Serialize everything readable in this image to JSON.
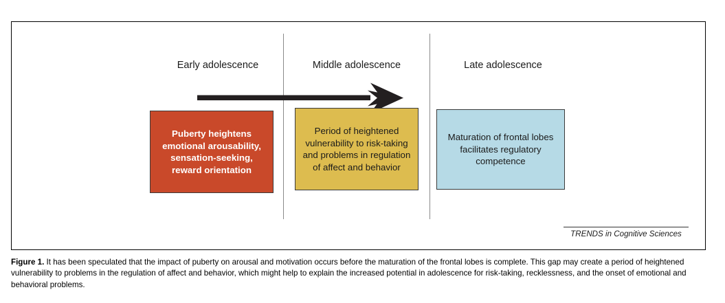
{
  "figure": {
    "stages": [
      {
        "label": "Early adolescence"
      },
      {
        "label": "Middle adolescence"
      },
      {
        "label": "Late adolescence"
      }
    ],
    "boxes": [
      {
        "id": "puberty-arousal",
        "color": "#c9492a",
        "text_color": "#ffffff",
        "text": "Puberty heightens emotional arousability, sensation-seeking, reward orientation",
        "lines": [
          "Puberty heightens",
          "emotional arousability,",
          "sensation-seeking,",
          "reward orientation"
        ]
      },
      {
        "id": "heightened-vulnerability",
        "color": "#ddbc4f",
        "text_color": "#1a1a1a",
        "text": "Period of heightened vulnerability to risk-taking and problems in regulation of affect and behavior",
        "lines": [
          "Period of heightened",
          "vulnerability to",
          "risk-taking and problems",
          "in regulation of",
          "affect and behavior"
        ]
      },
      {
        "id": "frontal-lobe-maturation",
        "color": "#b6dae6",
        "text_color": "#1a1a1a",
        "text": "Maturation of frontal lobes facilitates regulatory competence",
        "lines": [
          "Maturation of frontal",
          "lobes facilitates",
          "regulatory competence"
        ]
      }
    ],
    "timeline_arrow": {
      "name": "time-arrow",
      "direction": "right",
      "color": "#231f20"
    },
    "journal_credit": "TRENDS in Cognitive Sciences"
  },
  "caption": {
    "label": "Figure 1.",
    "body": " It has been speculated that the impact of puberty on arousal and motivation occurs before the maturation of the frontal lobes is complete. This gap may create a period of heightened vulnerability to problems in the regulation of affect and behavior, which might help to explain the increased potential in adolescence for risk-taking, recklessness, and the onset of emotional and behavioral problems."
  }
}
